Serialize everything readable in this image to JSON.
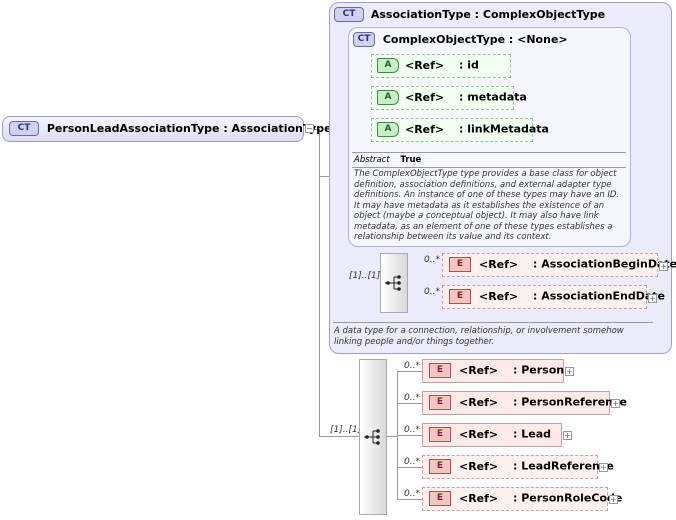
{
  "root": {
    "badge": "CT",
    "label": "PersonLeadAssociationType : AssociationType"
  },
  "association": {
    "badge": "CT",
    "title": "AssociationType : ComplexObjectType",
    "description": "A data type for a connection, relationship, or involvement somehow linking people and/or things together."
  },
  "complex_object": {
    "badge": "CT",
    "title": "ComplexObjectType : <None>",
    "attributes": [
      {
        "badge": "A",
        "ref": "<Ref>",
        "name": ": id"
      },
      {
        "badge": "A",
        "ref": "<Ref>",
        "name": ": metadata"
      },
      {
        "badge": "A",
        "ref": "<Ref>",
        "name": ": linkMetadata"
      }
    ],
    "abstract_label": "Abstract",
    "abstract_value": "True",
    "description": "The ComplexObjectType type provides a base class for object definition, association definitions, and external adapter type definitions. An instance of one of these types may have an ID. It may have metadata as it establishes the existence of an object (maybe a conceptual object). It may also have link metadata, as an element of one of these types establishes a relationship between its value and its context."
  },
  "assoc_sequence": {
    "multiplicity": "[1]..[1]",
    "elements": [
      {
        "badge": "E",
        "mult": "0..*",
        "ref": "<Ref>",
        "name": ": AssociationBeginDate"
      },
      {
        "badge": "E",
        "mult": "0..*",
        "ref": "<Ref>",
        "name": ": AssociationEndDate"
      }
    ]
  },
  "main_sequence": {
    "multiplicity": "[1]..[1]",
    "elements": [
      {
        "badge": "E",
        "mult": "0..*",
        "ref": "<Ref>",
        "name": ": Person"
      },
      {
        "badge": "E",
        "mult": "0..*",
        "ref": "<Ref>",
        "name": ": PersonReference"
      },
      {
        "badge": "E",
        "mult": "0..*",
        "ref": "<Ref>",
        "name": ": Lead"
      },
      {
        "badge": "E",
        "mult": "0..*",
        "ref": "<Ref>",
        "name": ": LeadReference"
      },
      {
        "badge": "E",
        "mult": "0..*",
        "ref": "<Ref>",
        "name": ": PersonRoleCode"
      }
    ]
  },
  "expand_symbol": "+"
}
